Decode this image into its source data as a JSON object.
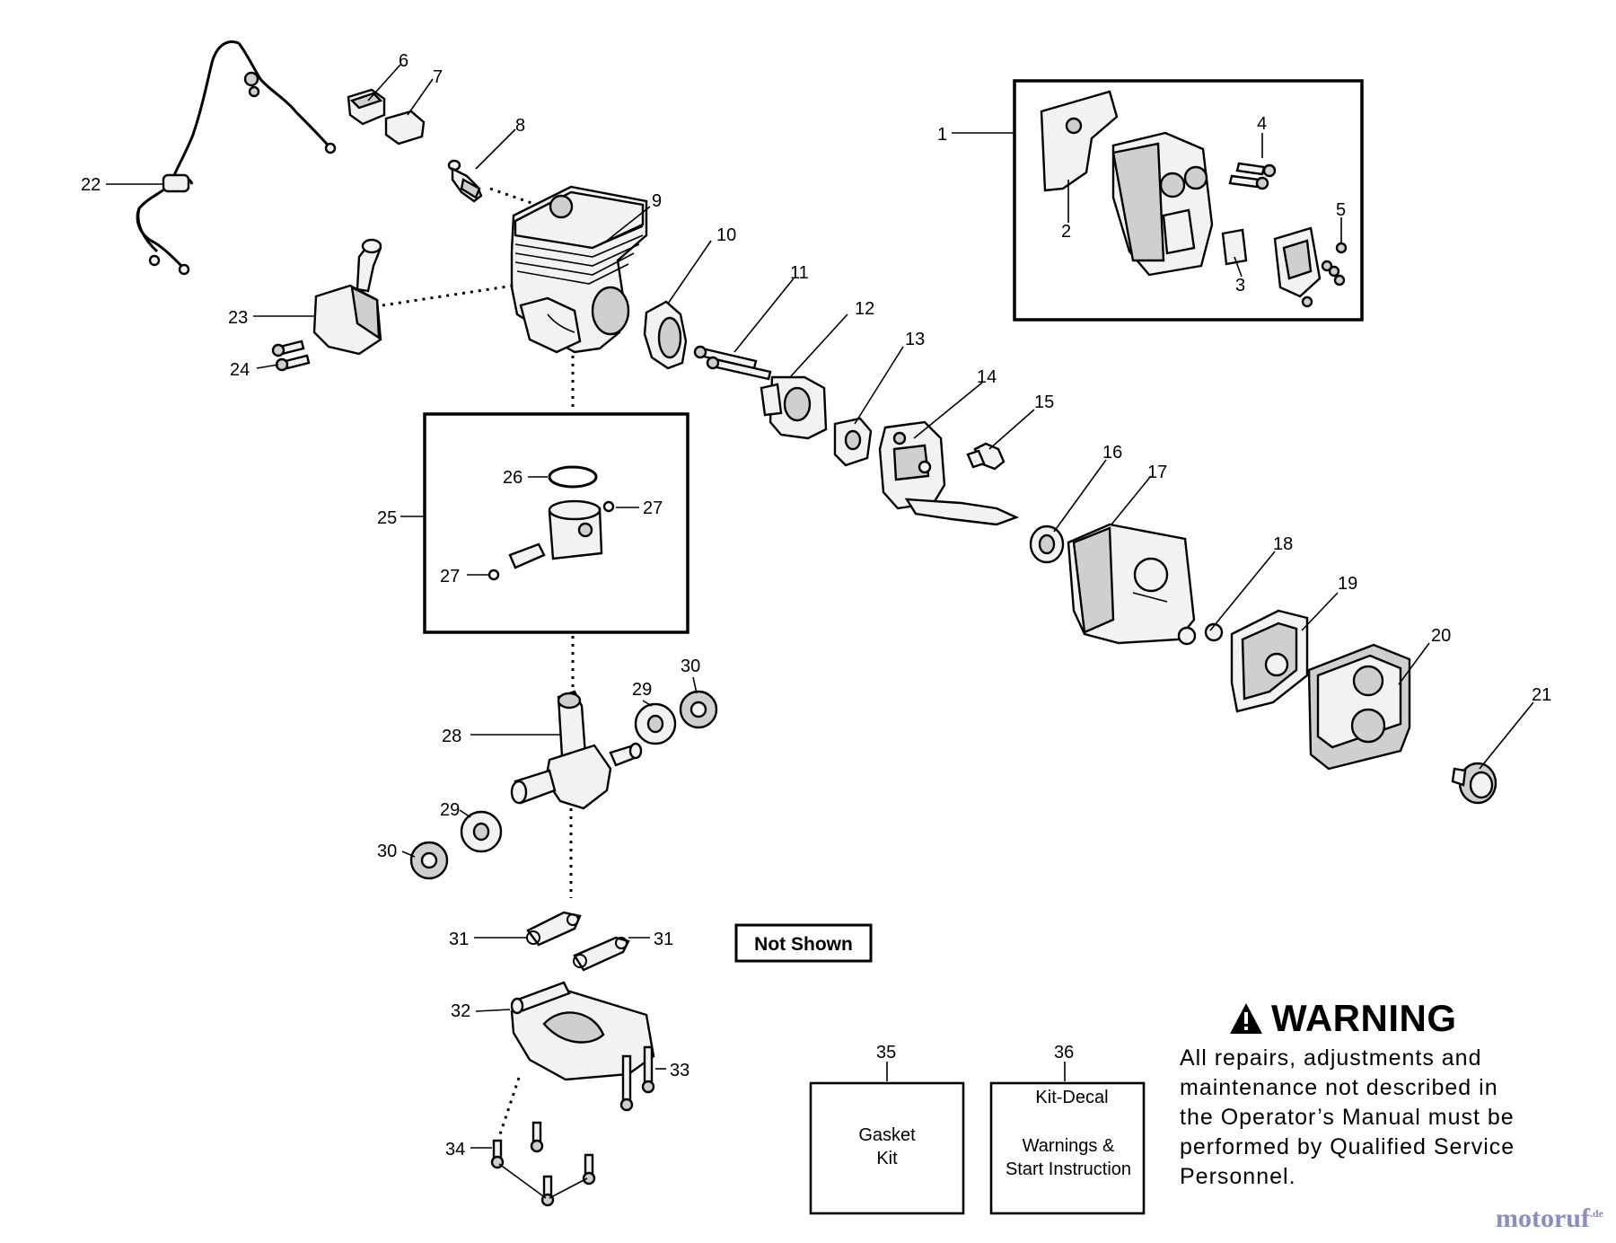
{
  "parts": {
    "p1": "1",
    "p2": "2",
    "p3": "3",
    "p4": "4",
    "p5": "5",
    "p6": "6",
    "p7": "7",
    "p8": "8",
    "p9": "9",
    "p10": "10",
    "p11": "11",
    "p12": "12",
    "p13": "13",
    "p14": "14",
    "p15": "15",
    "p16": "16",
    "p17": "17",
    "p18": "18",
    "p19": "19",
    "p20": "20",
    "p21": "21",
    "p22": "22",
    "p23": "23",
    "p24": "24",
    "p25": "25",
    "p26": "26",
    "p27": "27",
    "p28": "28",
    "p29": "29",
    "p30": "30",
    "p31": "31",
    "p32": "32",
    "p33": "33",
    "p34": "34",
    "p35": "35",
    "p36": "36"
  },
  "not_shown": "Not Shown",
  "kit35": {
    "line1": "Gasket",
    "line2": "Kit"
  },
  "kit36": {
    "title": "Kit-Decal",
    "line1": "Warnings &",
    "line2": "Start Instruction"
  },
  "warning": {
    "title": "WARNING",
    "lines": [
      "All repairs, adjustments and",
      "maintenance not described in",
      "the Operator’s Manual must be",
      "performed by Qualified Service",
      "Personnel."
    ]
  },
  "watermark": {
    "text": "motoruf",
    "suffix": ".de"
  }
}
